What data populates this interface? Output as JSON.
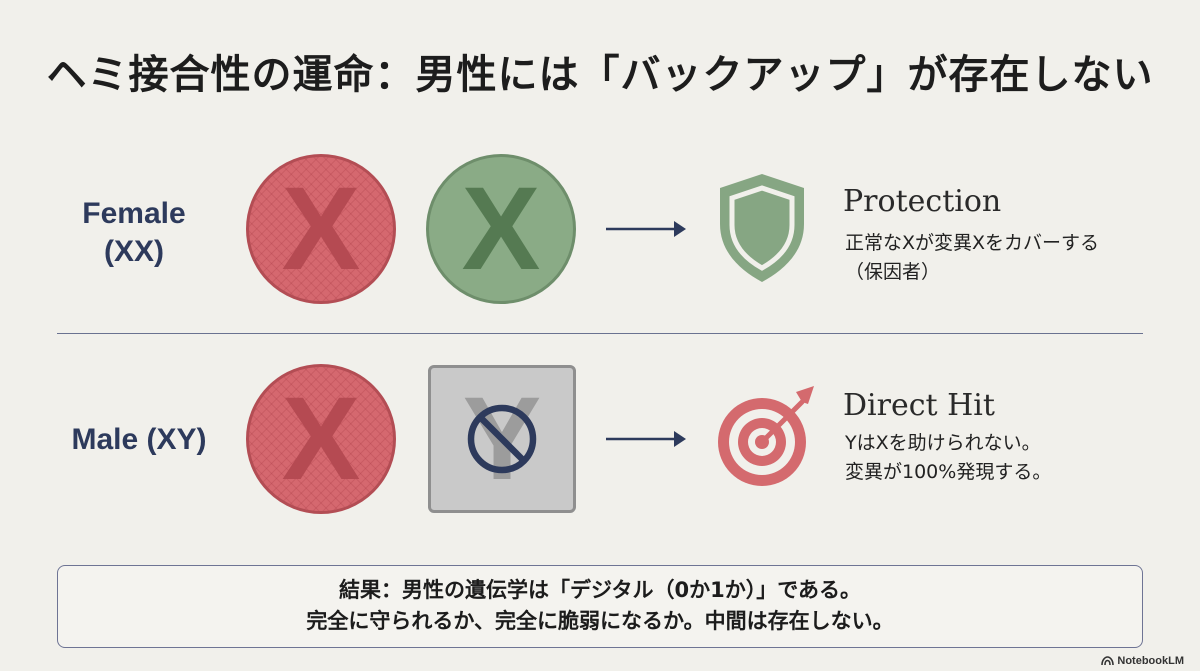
{
  "title": "ヘミ接合性の運命：男性には「バックアップ」が存在しない",
  "rows": [
    {
      "label_line1": "Female",
      "label_line2": "(XX)",
      "chromosome1": "X",
      "chromosome2": "X",
      "outcome_title": "Protection",
      "outcome_text_line1": "正常なXが変異Xをカバーする",
      "outcome_text_line2": "（保因者）",
      "outcome_icon": "shield-icon"
    },
    {
      "label": "Male (XY)",
      "chromosome1": "X",
      "chromosome2": "Y",
      "outcome_title": "Direct Hit",
      "outcome_text_line1": "YはXを助けられない。",
      "outcome_text_line2": "変異が100%発現する。",
      "outcome_icon": "target-icon"
    }
  ],
  "result": {
    "line1": "結果：男性の遺伝学は「デジタル（0か1か）」である。",
    "line2": "完全に守られるか、完全に脆弱になるか。中間は存在しない。"
  },
  "footer": {
    "brand": "NotebookLM"
  },
  "colors": {
    "mutant_red": "#d5686f",
    "normal_green": "#8aab86",
    "inactive_gray": "#c9c9c9",
    "navy": "#2d3a5c"
  }
}
